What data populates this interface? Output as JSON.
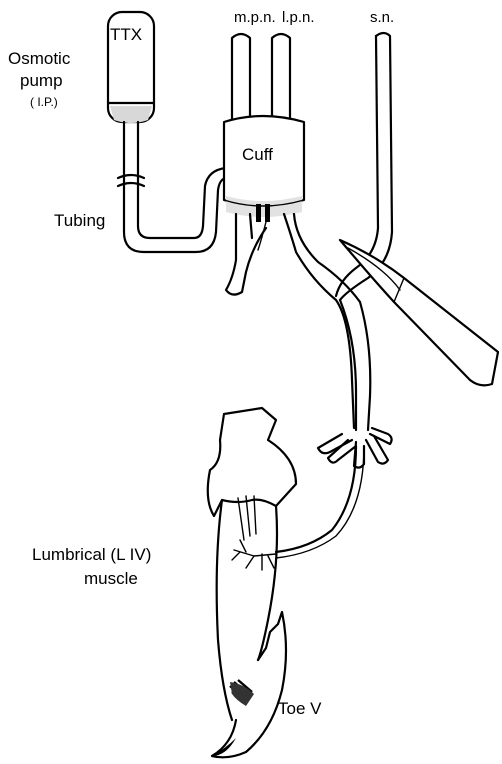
{
  "labels": {
    "mpn": "m.p.n.",
    "lpn": "l.p.n.",
    "sn": "s.n.",
    "pump_line1": "Osmotic",
    "pump_line2": "pump",
    "pump_line3": "( I.P.)",
    "ttx": "TTX",
    "cuff": "Cuff",
    "tubing": "Tubing",
    "muscle_line1": "Lumbrical (L IV)",
    "muscle_line2": "muscle",
    "toe": "Toe V"
  }
}
